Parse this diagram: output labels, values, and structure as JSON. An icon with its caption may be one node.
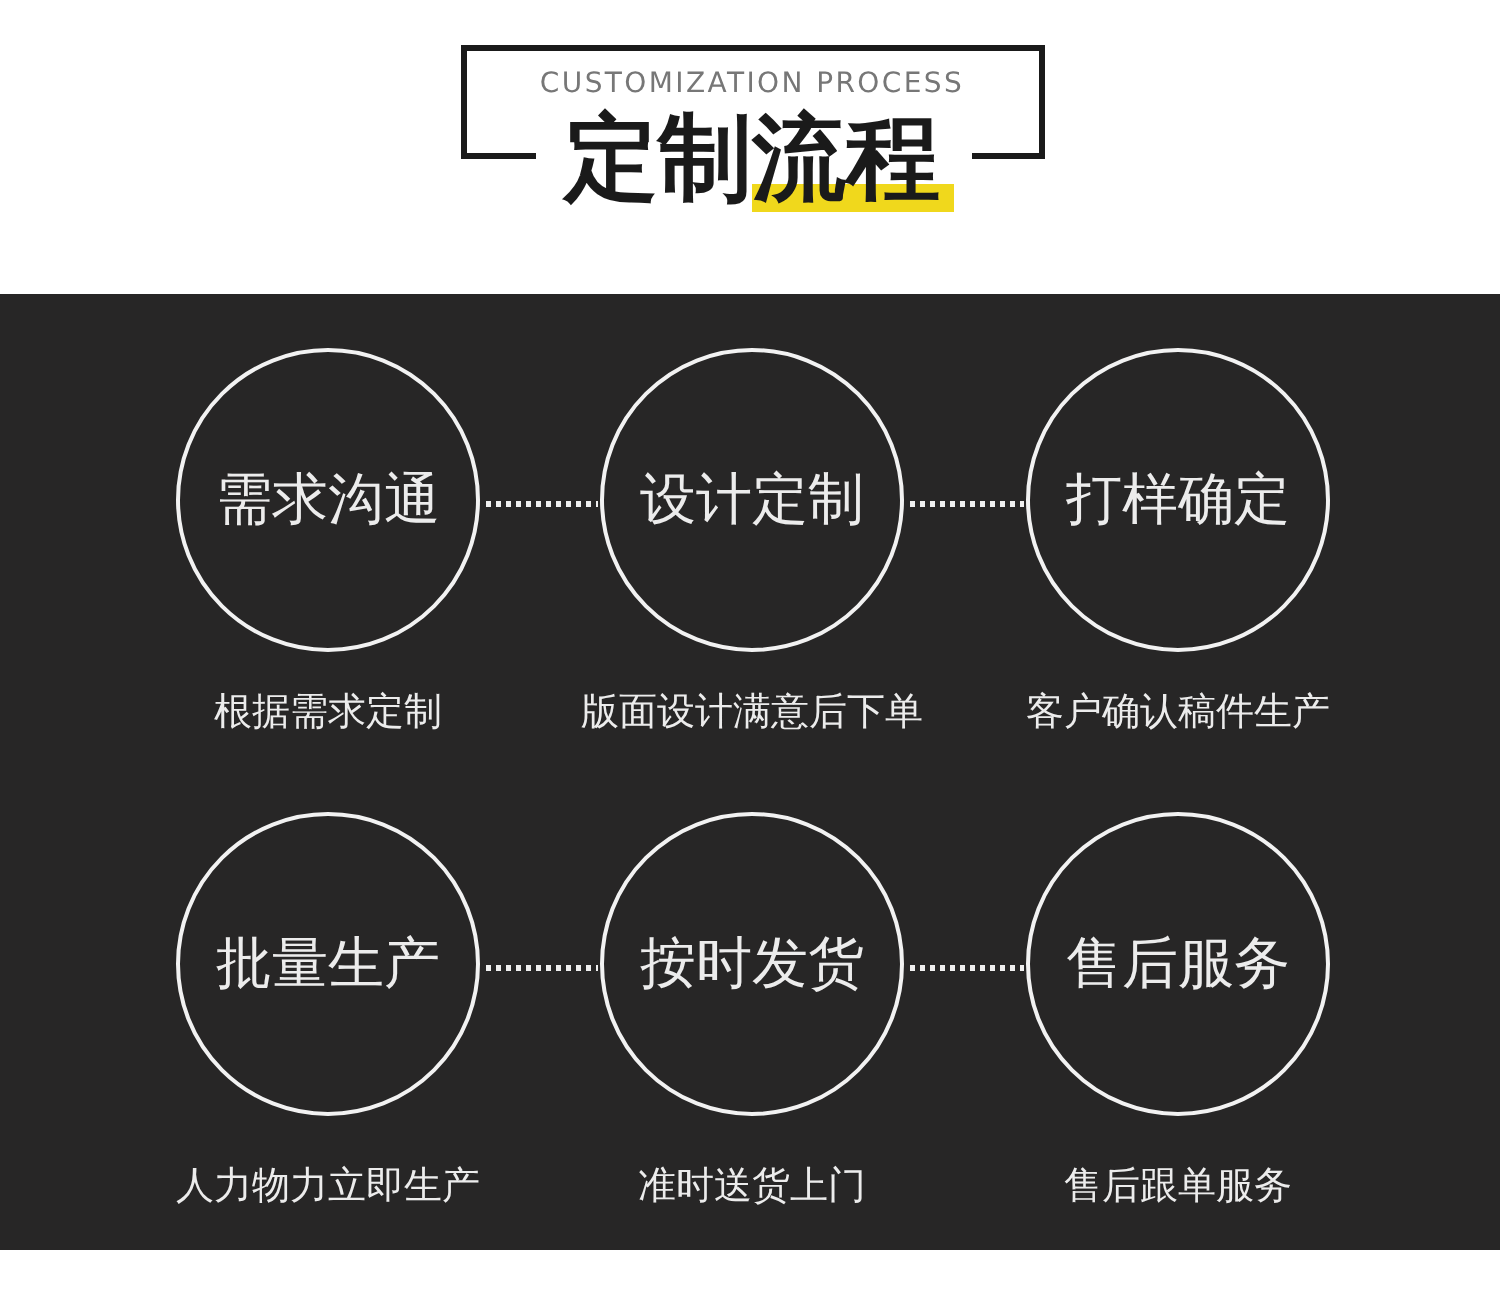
{
  "diagram": {
    "title": "定制流程",
    "nodes": [
      {
        "text": [
          "需求沟通"
        ],
        "beside": [
          "根据需求定制"
        ]
      },
      {
        "text": [
          "设计定制"
        ],
        "beside": [
          "版面设计满意后下单"
        ]
      },
      {
        "text": [
          "打样确定"
        ],
        "beside": [
          "客户确认稿件生产"
        ]
      },
      {
        "text": [
          "批量生产"
        ],
        "beside": [
          "人力物力立即生产"
        ]
      },
      {
        "text": [
          "按时发货"
        ],
        "beside": [
          "准时送货上门"
        ]
      },
      {
        "text": [
          "售后服务"
        ],
        "beside": [
          "售后跟单服务"
        ]
      }
    ],
    "edges": [
      {
        "from": 0,
        "to": 1,
        "arrow": "none",
        "style": "dashed"
      },
      {
        "from": 1,
        "to": 2,
        "arrow": "none",
        "style": "dashed"
      },
      {
        "from": 3,
        "to": 4,
        "arrow": "none",
        "style": "dashed"
      },
      {
        "from": 4,
        "to": 5,
        "arrow": "none",
        "style": "dashed"
      }
    ],
    "labels": [
      "CUSTOMIZATION PROCESS"
    ]
  }
}
